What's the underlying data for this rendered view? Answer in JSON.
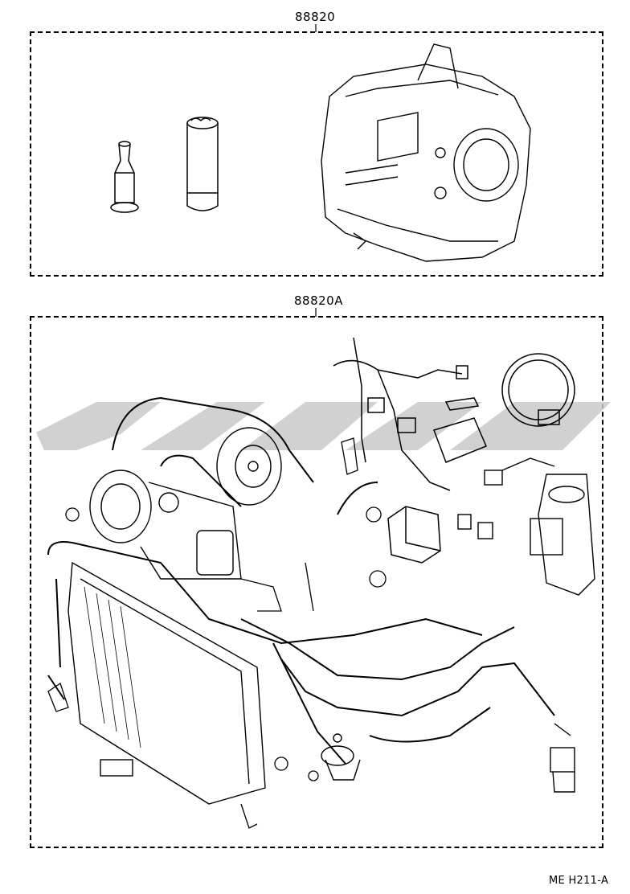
{
  "diagram": {
    "group_top_label": "88820",
    "group_bottom_label": "88820A",
    "figure_code": "ME H211-A",
    "watermark_color": "#c8c8c8",
    "line_color": "#000000"
  }
}
